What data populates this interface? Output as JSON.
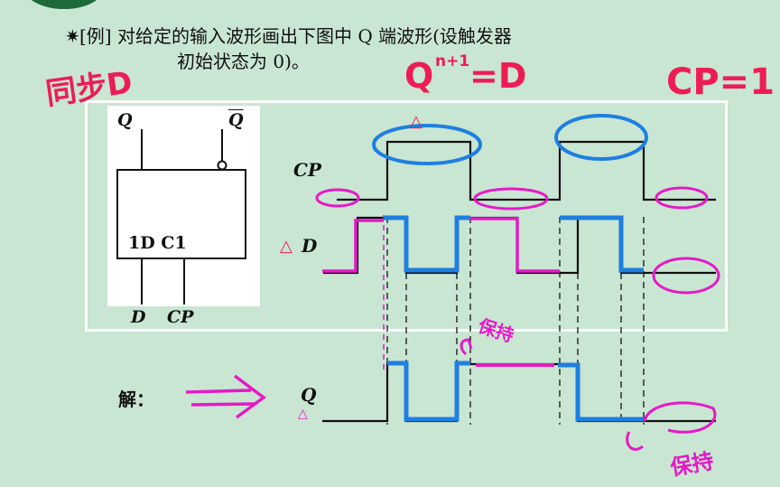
{
  "title": {
    "bullet": "✷",
    "line1": "[例]  对给定的输入波形画出下图中 Q 端波形(设触发器",
    "line2": "初始状态为 0)。"
  },
  "chip": {
    "pin_q": "Q",
    "pin_qbar": "Q",
    "inside_label": "1D C1",
    "pin_d": "D",
    "pin_cp": "CP"
  },
  "waves": {
    "cp_label": "CP",
    "d_label": "D",
    "q_label": "Q",
    "solution_label": "解："
  },
  "annotations": {
    "sync_d": "同步D",
    "formula": "Q",
    "formula_sup": "n+1",
    "formula_rhs": "=D",
    "cp_eq": "CP=1",
    "hold_1": "保持",
    "hold_2": "保持",
    "triangle": "△"
  },
  "colors": {
    "background": "#c9e6d3",
    "ink": "#111111",
    "pen_red": "#ee1c55",
    "pen_magenta": "#e619c8",
    "pen_blue": "#1e7fe0"
  }
}
